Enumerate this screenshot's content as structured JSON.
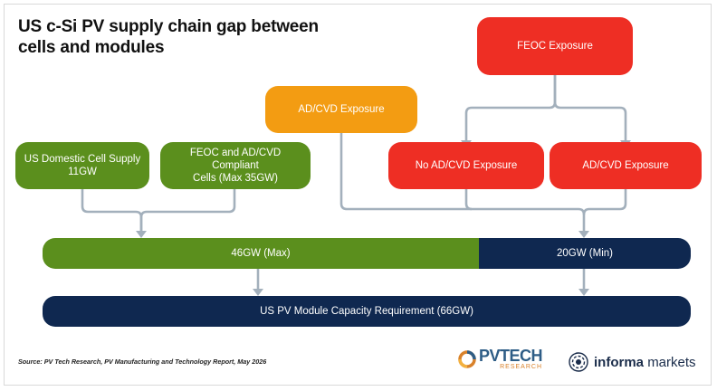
{
  "title": "US c-Si PV supply chain gap between cells and modules",
  "nodes": {
    "feoc": "FEOC Exposure",
    "adcvd_top": "AD/CVD Exposure",
    "us_domestic": "US Domestic Cell Supply\n11GW",
    "feoc_compliant": "FEOC and AD/CVD Compliant\nCells (Max 35GW)",
    "no_adcvd": "No AD/CVD Exposure",
    "adcvd_right": "AD/CVD Exposure",
    "max_bar": "46GW (Max)",
    "min_bar": "20GW (Min)",
    "requirement": "US PV Module Capacity Requirement (66GW)"
  },
  "source": "Source: PV Tech Research, PV Manufacturing and Technology Report, May 2026",
  "logos": {
    "pvtech": {
      "text": "PVTECH",
      "sub": "RESEARCH"
    },
    "informa": {
      "bold": "informa",
      "light": "markets"
    }
  },
  "colors": {
    "red": "#ee2e24",
    "orange": "#f39c12",
    "green": "#5b8f1d",
    "navy": "#0f2850",
    "connector": "#a3b0bc"
  }
}
